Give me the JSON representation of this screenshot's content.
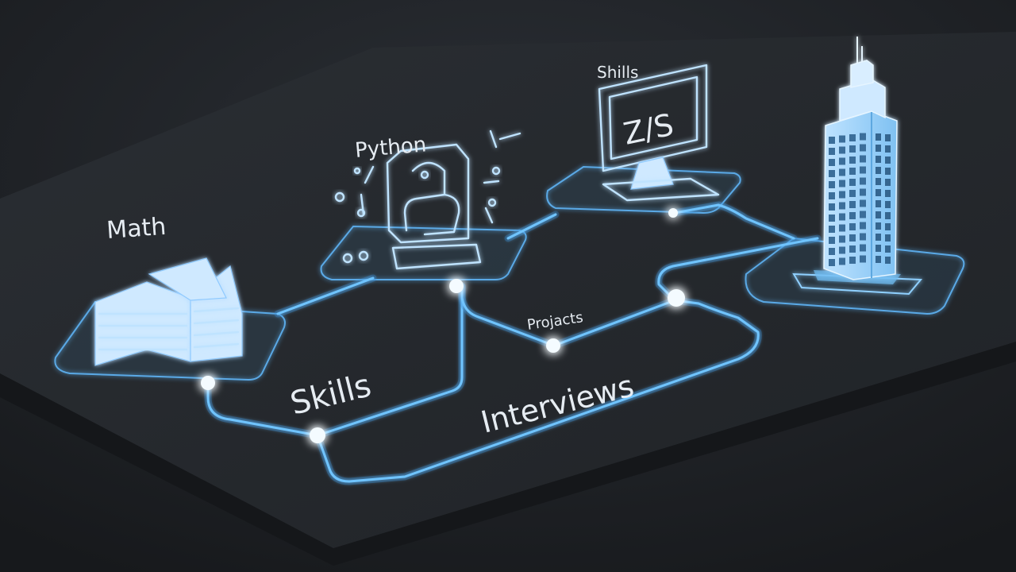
{
  "labels": {
    "math": "Math",
    "python": "Python",
    "shills": "Shills",
    "screen_text": "Z/S",
    "projects": "Projacts",
    "skills": "Skills",
    "interviews": "Interviews"
  },
  "icons": [
    "open-book-icon",
    "python-logo-icon",
    "monitor-icon",
    "skyscraper-icon"
  ],
  "colors": {
    "background": "#1c1f23",
    "slate": "#25292e",
    "glow": "#6fc4ff",
    "text": "#e6ecf2"
  }
}
